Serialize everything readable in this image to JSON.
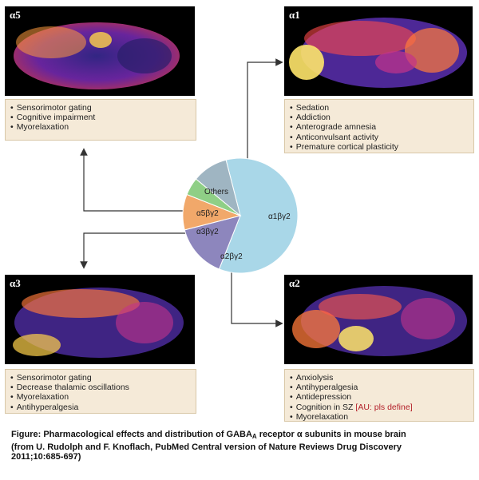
{
  "panels": {
    "a5": {
      "label": "α5",
      "effects": [
        "Sensorimotor gating",
        "Cognitive impairment",
        "Myorelaxation"
      ]
    },
    "a1": {
      "label": "α1",
      "effects": [
        "Sedation",
        "Addiction",
        "Anterograde amnesia",
        "Anticonvulsant activity",
        "Premature cortical plasticity"
      ]
    },
    "a3": {
      "label": "α3",
      "effects": [
        "Sensorimotor gating",
        "Decrease thalamic oscillations",
        "Myorelaxation",
        "Antihyperalgesia"
      ]
    },
    "a2": {
      "label": "α2",
      "effects": [
        "Anxiolysis",
        "Antihyperalgesia",
        "Antidepression",
        "Cognition in SZ",
        "Myorelaxation"
      ],
      "note": "[AU: pls define]"
    }
  },
  "pie": {
    "slices": [
      {
        "label": "α1βγ2",
        "fraction": 0.6,
        "color": "#a9d7e8"
      },
      {
        "label": "α2βγ2",
        "fraction": 0.15,
        "color": "#8d86bd"
      },
      {
        "label": "α3βγ2",
        "fraction": 0.1,
        "color": "#f1a86a"
      },
      {
        "label": "α5βγ2",
        "fraction": 0.05,
        "color": "#8fcf86"
      },
      {
        "label": "Others",
        "fraction": 0.1,
        "color": "#9fb5c2"
      }
    ]
  },
  "caption": {
    "line1_a": "Figure: Pharmacological effects and distribution of GABA",
    "line1_sub": "A",
    "line1_b": " receptor α subunits in mouse brain",
    "line2": "(from U. Rudolph and F. Knoflach, PubMed Central version of Nature Reviews Drug Discovery",
    "line3": "2011;10:685-697)"
  }
}
